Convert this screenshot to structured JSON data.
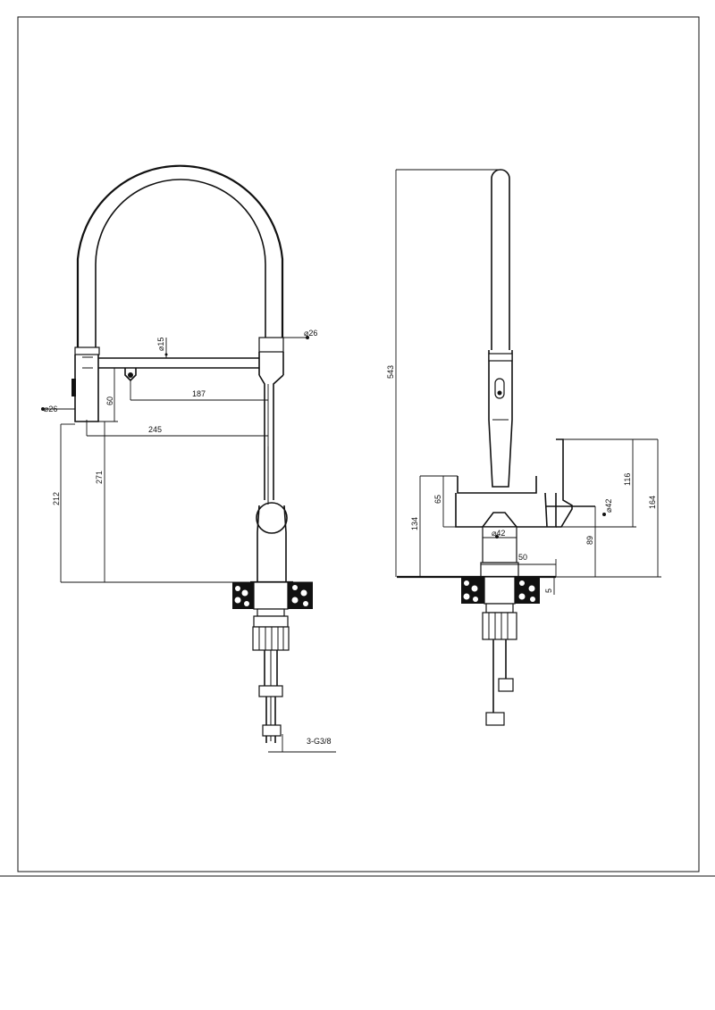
{
  "colors": {
    "line": "#111111",
    "background": "#ffffff"
  },
  "front_view": {
    "dimensions": {
      "hose_diameter": "15",
      "head_diameter": "26",
      "spout_diameter": "26",
      "spray_drop": "60",
      "spray_reach": "187",
      "overall_reach": "245",
      "spray_height": "212",
      "body_height": "271",
      "connection": "3-G3/8"
    }
  },
  "side_view": {
    "dimensions": {
      "total_height": "543",
      "body_height": "134",
      "body_upper": "65",
      "lever_height": "116",
      "lever_total": "164",
      "lever_diameter": "42",
      "lever_base": "89",
      "body_diameter": "42",
      "base_width": "50",
      "base_thickness": "5"
    }
  }
}
